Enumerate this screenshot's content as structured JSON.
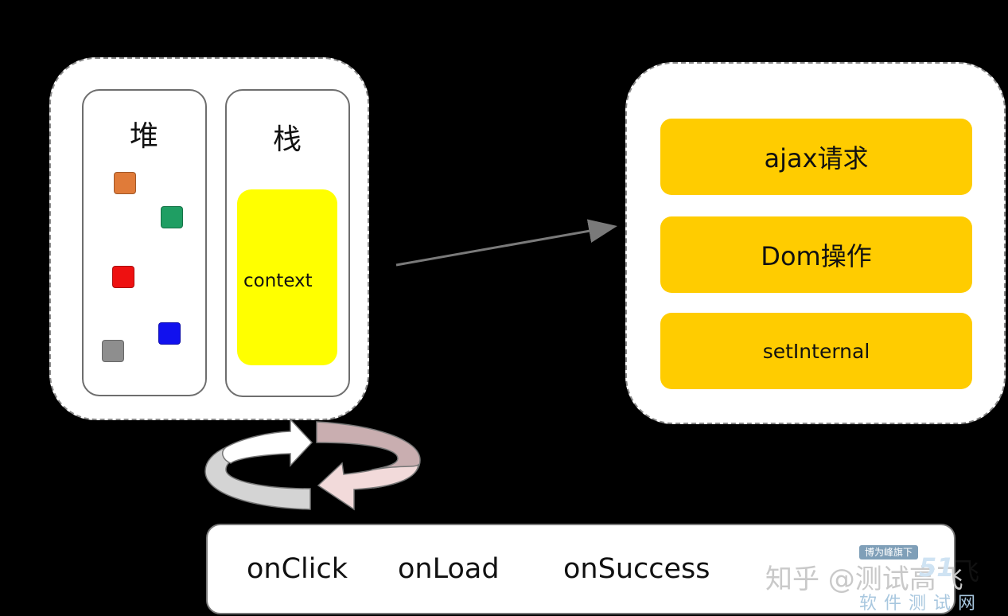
{
  "memory": {
    "heap_label": "堆",
    "stack_label": "栈",
    "context_label": "context",
    "heap_objects": [
      {
        "icon": "orange-square",
        "color": "#e07b39"
      },
      {
        "icon": "green-square",
        "color": "#1f9e63"
      },
      {
        "icon": "red-square",
        "color": "#ee1111"
      },
      {
        "icon": "blue-square",
        "color": "#1111ee"
      },
      {
        "icon": "gray-square",
        "color": "#8e8e8e"
      }
    ]
  },
  "web_apis": {
    "items": [
      "ajax请求",
      "Dom操作",
      "setInternal"
    ]
  },
  "callback_queue": {
    "items": [
      "onClick",
      "onLoad",
      "onSuccess"
    ]
  },
  "watermark": {
    "zhihu": "知乎 @测试高飞",
    "badge": "博为峰旗下",
    "brand": "51",
    "subtitle": "软件测试网",
    "trailing": "飞"
  },
  "colors": {
    "background": "#000000",
    "context": "#ffff00",
    "task": "#ffcc00",
    "loop_arrow_light": "#f2dada",
    "loop_arrow_dark": "#c9aeb0"
  }
}
